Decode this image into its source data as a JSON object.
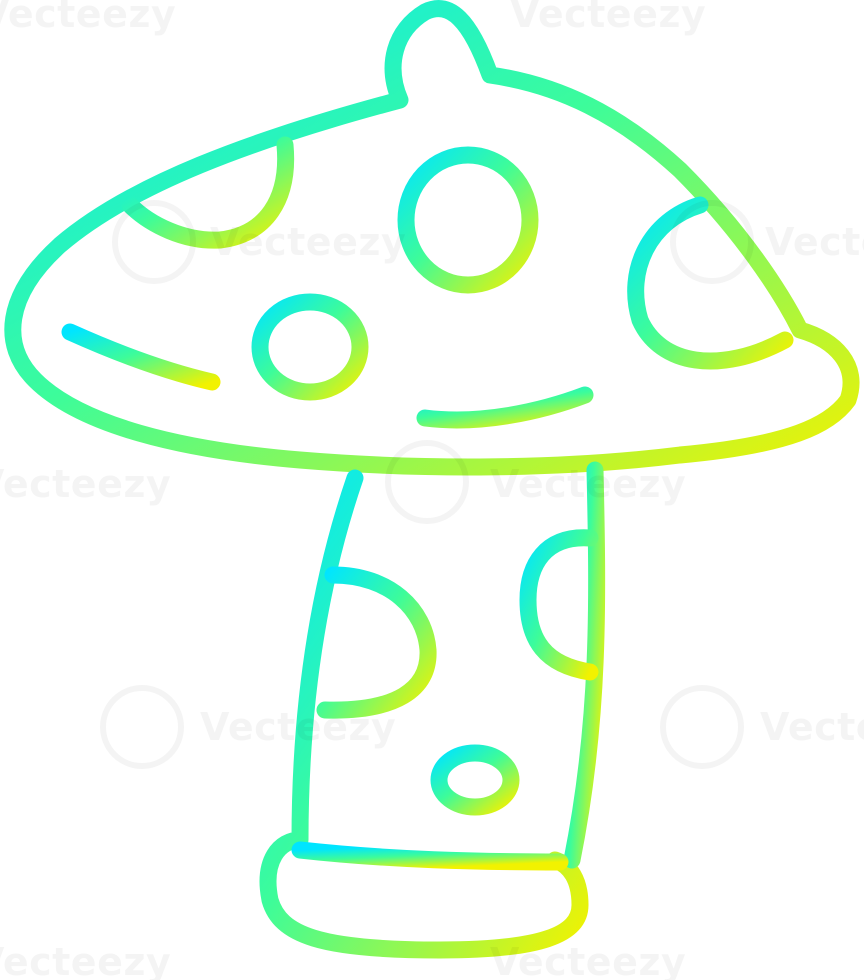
{
  "image": {
    "subject": "mushroom",
    "style": "cartoon line drawing",
    "colors": {
      "gradient_start": "#00e5ff",
      "gradient_mid": "#3dfc9a",
      "gradient_end": "#f2f200",
      "background": "#ffffff"
    }
  },
  "watermark": {
    "text": "Vecteezy"
  }
}
